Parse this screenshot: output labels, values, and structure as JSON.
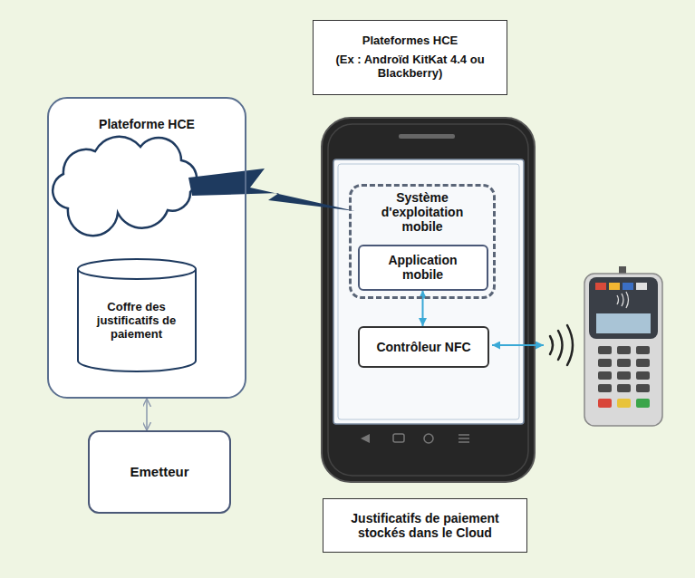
{
  "diagram": {
    "nodes": [
      {
        "text": [
          "Plateformes HCE",
          "(Ex : Androïd KitKat 4.4 ou Blackberry)"
        ]
      },
      {
        "text": [
          "Plateforme HCE"
        ]
      },
      {
        "text": [
          "Coffre des justificatifs de paiement"
        ],
        "in": 1
      },
      {
        "text": [
          "Système d'exploitation mobile"
        ]
      },
      {
        "text": [
          "Application mobile"
        ],
        "in": 3
      },
      {
        "text": [
          "Contrôleur NFC"
        ]
      },
      {
        "text": [
          "Emetteur"
        ]
      },
      {
        "text": [
          "Justificatifs de paiement stockés dans le Cloud"
        ]
      }
    ],
    "edges": [
      {
        "from": 1,
        "to": 6,
        "arrow": "both"
      },
      {
        "from": 4,
        "to": 5,
        "arrow": "both"
      }
    ]
  }
}
